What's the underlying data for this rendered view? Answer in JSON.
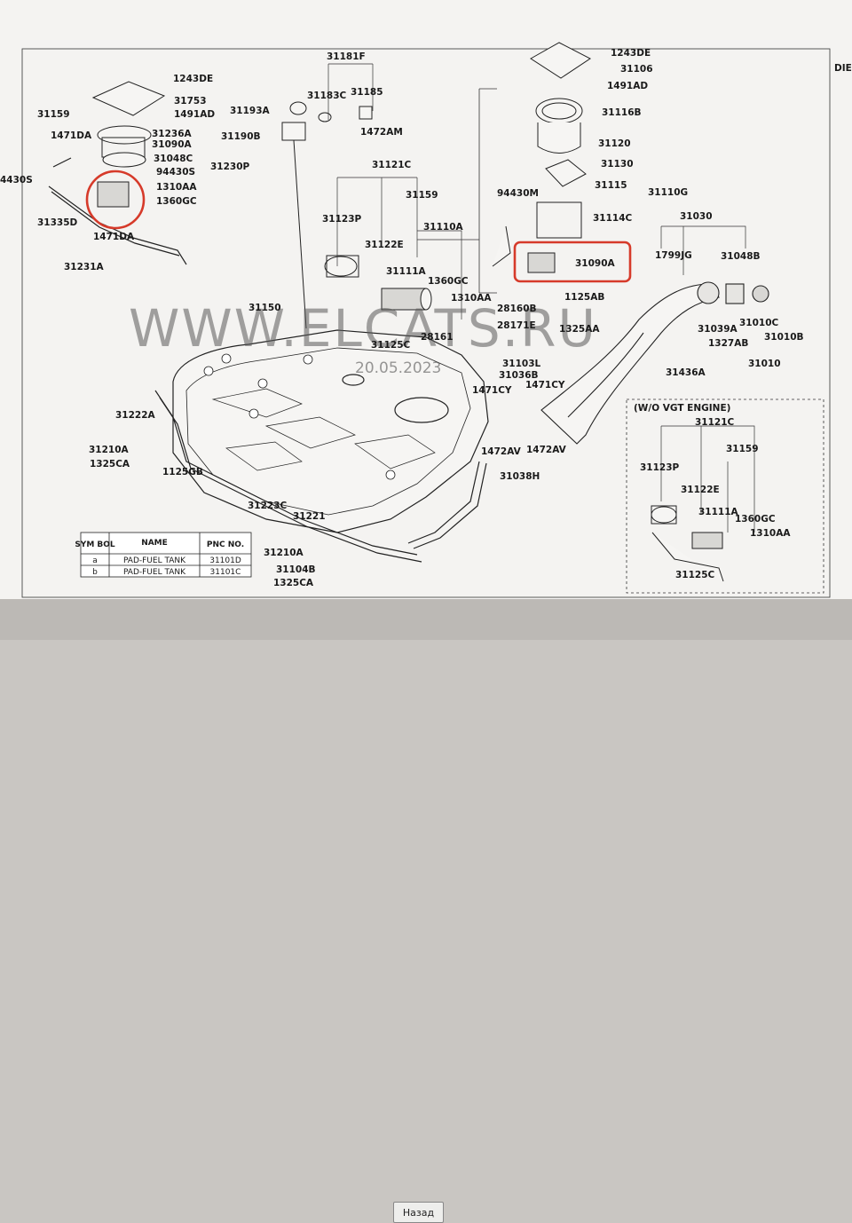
{
  "header": {
    "corner_text": "DIE"
  },
  "watermark": {
    "text": "WWW.ELCATS.RU",
    "date": "20.05.2023"
  },
  "labels": [
    {
      "id": "p-1243de-l",
      "text": "1243DE"
    },
    {
      "id": "p-31753",
      "text": "31753"
    },
    {
      "id": "p-1491ad-l",
      "text": "1491AD"
    },
    {
      "id": "p-31159-l",
      "text": "31159"
    },
    {
      "id": "p-1471da-a",
      "text": "1471DA"
    },
    {
      "id": "p-31236a",
      "text": "31236A"
    },
    {
      "id": "p-31090a-l",
      "text": "31090A"
    },
    {
      "id": "p-31048c",
      "text": "31048C"
    },
    {
      "id": "p-94430s-l",
      "text": "94430S"
    },
    {
      "id": "p-31230p",
      "text": "31230P"
    },
    {
      "id": "p-4430s",
      "text": "4430S"
    },
    {
      "id": "p-1310aa-l",
      "text": "1310AA"
    },
    {
      "id": "p-1360gc-l",
      "text": "1360GC"
    },
    {
      "id": "p-31335d",
      "text": "31335D"
    },
    {
      "id": "p-1471da-b",
      "text": "1471DA"
    },
    {
      "id": "p-31231a",
      "text": "31231A"
    },
    {
      "id": "p-31181f",
      "text": "31181F"
    },
    {
      "id": "p-31183c",
      "text": "31183C"
    },
    {
      "id": "p-31185",
      "text": "31185"
    },
    {
      "id": "p-31193a",
      "text": "31193A"
    },
    {
      "id": "p-31190b",
      "text": "31190B"
    },
    {
      "id": "p-1472am",
      "text": "1472AM"
    },
    {
      "id": "p-31121c",
      "text": "31121C"
    },
    {
      "id": "p-31159-m",
      "text": "31159"
    },
    {
      "id": "p-31123p",
      "text": "31123P"
    },
    {
      "id": "p-31110a",
      "text": "31110A"
    },
    {
      "id": "p-31122e",
      "text": "31122E"
    },
    {
      "id": "p-31111a",
      "text": "31111A"
    },
    {
      "id": "p-1360gc-m",
      "text": "1360GC"
    },
    {
      "id": "p-1310aa-m",
      "text": "1310AA"
    },
    {
      "id": "p-28160b",
      "text": "28160B"
    },
    {
      "id": "p-28171e",
      "text": "28171E"
    },
    {
      "id": "p-28161",
      "text": "28161"
    },
    {
      "id": "p-31150",
      "text": "31150"
    },
    {
      "id": "p-31125c",
      "text": "31125C"
    },
    {
      "id": "p-31103l",
      "text": "31103L"
    },
    {
      "id": "p-31036b",
      "text": "31036B"
    },
    {
      "id": "p-1471cy-a",
      "text": "1471CY"
    },
    {
      "id": "p-1471cy-b",
      "text": "1471CY"
    },
    {
      "id": "p-1472av-a",
      "text": "1472AV"
    },
    {
      "id": "p-1472av-b",
      "text": "1472AV"
    },
    {
      "id": "p-31038h",
      "text": "31038H"
    },
    {
      "id": "p-1243de-r",
      "text": "1243DE"
    },
    {
      "id": "p-31106",
      "text": "31106"
    },
    {
      "id": "p-1491ad-r",
      "text": "1491AD"
    },
    {
      "id": "p-31116b",
      "text": "31116B"
    },
    {
      "id": "p-31120",
      "text": "31120"
    },
    {
      "id": "p-31130",
      "text": "31130"
    },
    {
      "id": "p-94430m",
      "text": "94430M"
    },
    {
      "id": "p-31115",
      "text": "31115"
    },
    {
      "id": "p-31110g",
      "text": "31110G"
    },
    {
      "id": "p-31114c",
      "text": "31114C"
    },
    {
      "id": "p-31090a-r",
      "text": "31090A"
    },
    {
      "id": "p-31030",
      "text": "31030"
    },
    {
      "id": "p-1799jg",
      "text": "1799JG"
    },
    {
      "id": "p-31048b",
      "text": "31048B"
    },
    {
      "id": "p-1125ab",
      "text": "1125AB"
    },
    {
      "id": "p-1325aa",
      "text": "1325AA"
    },
    {
      "id": "p-31039a",
      "text": "31039A"
    },
    {
      "id": "p-31010c",
      "text": "31010C"
    },
    {
      "id": "p-1327ab",
      "text": "1327AB"
    },
    {
      "id": "p-31010b",
      "text": "31010B"
    },
    {
      "id": "p-31010",
      "text": "31010"
    },
    {
      "id": "p-31436a",
      "text": "31436A"
    },
    {
      "id": "p-31222a",
      "text": "31222A"
    },
    {
      "id": "p-31210a-a",
      "text": "31210A"
    },
    {
      "id": "p-1325ca-a",
      "text": "1325CA"
    },
    {
      "id": "p-1125gb",
      "text": "1125GB"
    },
    {
      "id": "p-31223c",
      "text": "31223C"
    },
    {
      "id": "p-31221",
      "text": "31221"
    },
    {
      "id": "p-31210a-b",
      "text": "31210A"
    },
    {
      "id": "p-31104b",
      "text": "31104B"
    },
    {
      "id": "p-1325ca-b",
      "text": "1325CA"
    },
    {
      "id": "p-vgt-31121c",
      "text": "31121C"
    },
    {
      "id": "p-vgt-31123p",
      "text": "31123P"
    },
    {
      "id": "p-vgt-31159",
      "text": "31159"
    },
    {
      "id": "p-vgt-31122e",
      "text": "31122E"
    },
    {
      "id": "p-vgt-31111a",
      "text": "31111A"
    },
    {
      "id": "p-vgt-1360gc",
      "text": "1360GC"
    },
    {
      "id": "p-vgt-1310aa",
      "text": "1310AA"
    },
    {
      "id": "p-vgt-31125c",
      "text": "31125C"
    }
  ],
  "inset": {
    "title": "(W/O VGT ENGINE)"
  },
  "legend": {
    "headers": [
      "SYM BOL",
      "NAME",
      "PNC NO."
    ],
    "rows": [
      {
        "symbol": "a",
        "name": "PAD-FUEL TANK",
        "pnc": "31101D"
      },
      {
        "symbol": "b",
        "name": "PAD-FUEL TANK",
        "pnc": "31101C"
      }
    ]
  },
  "footer": {
    "back_label": "Назад"
  },
  "colors": {
    "highlight": "#d63a2a",
    "ink": "#1a1a1a",
    "paper": "#f4f3f1"
  }
}
